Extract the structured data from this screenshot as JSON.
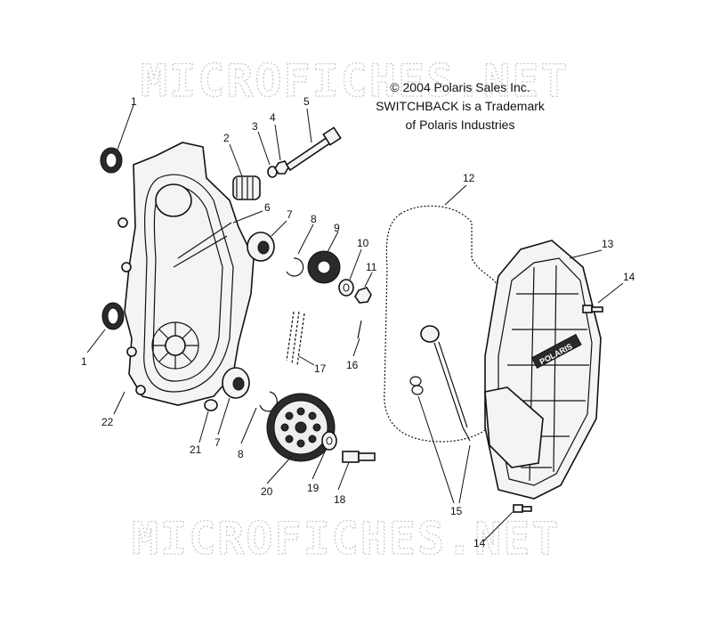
{
  "notice": {
    "line1": "© 2004 Polaris Sales Inc.",
    "line2": "SWITCHBACK is a Trademark",
    "line3": "of Polaris Industries"
  },
  "watermark": {
    "top": "MICROFICHES.NET",
    "bottom": "MICROFICHES.NET"
  },
  "cover_logo": "POLARIS",
  "callouts": [
    "1",
    "2",
    "3",
    "4",
    "5",
    "6",
    "7",
    "8",
    "9",
    "10",
    "11",
    "12",
    "13",
    "14",
    "1",
    "17",
    "16",
    "22",
    "21",
    "7",
    "8",
    "20",
    "19",
    "18",
    "15",
    "14"
  ]
}
